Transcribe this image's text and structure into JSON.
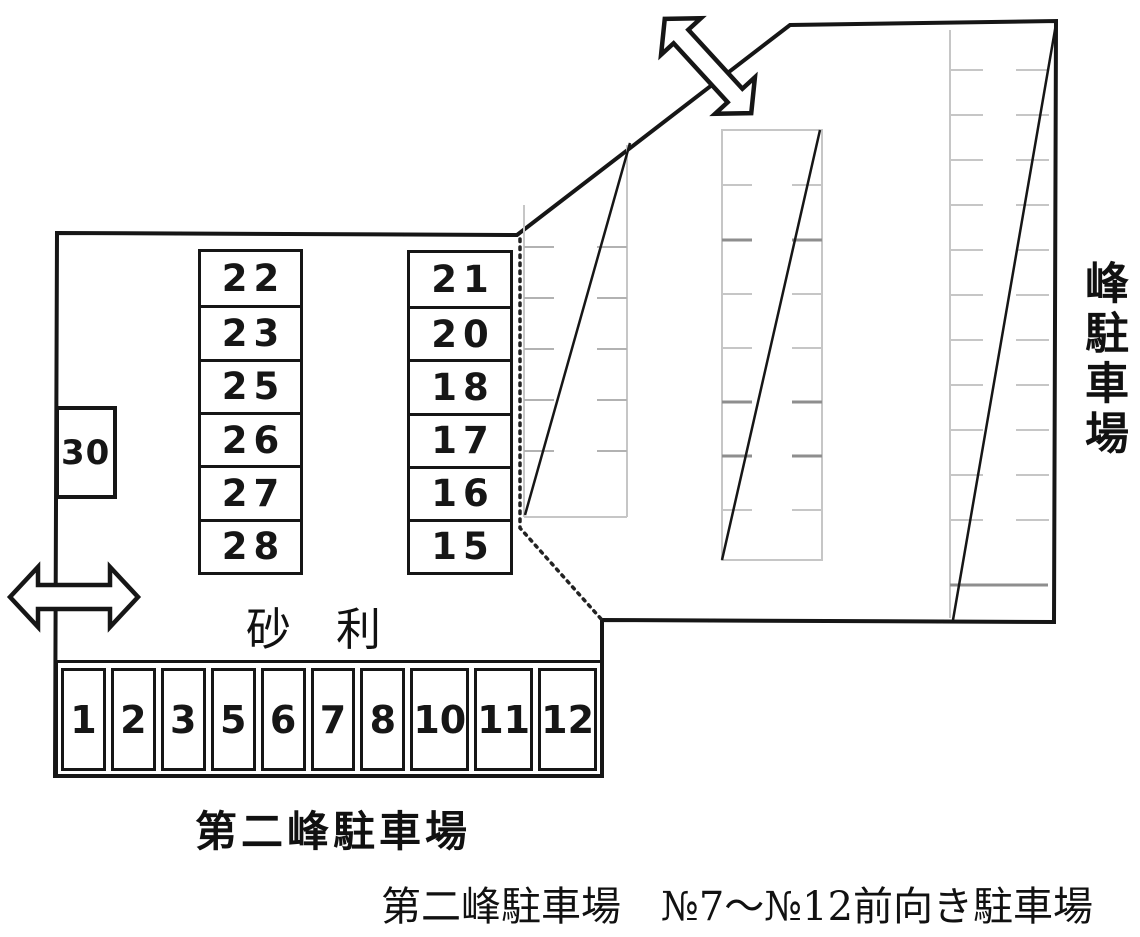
{
  "diagram": {
    "site_title": "第二峰駐車場",
    "caption": "第二峰駐車場　№7～№12前向き駐車場",
    "adjacent_lot_label": "峰駐車場",
    "surface_label": "砂　利",
    "spaces": {
      "upper_left_column": [
        "22",
        "23",
        "25",
        "26",
        "27",
        "28"
      ],
      "upper_right_column": [
        "21",
        "20",
        "18",
        "17",
        "16",
        "15"
      ],
      "west_space": "30",
      "bottom_row": [
        "1",
        "2",
        "3",
        "5",
        "6",
        "7",
        "8",
        "10",
        "11",
        "12"
      ]
    },
    "icons": {
      "top_arrow": "two-way-diagonal-arrow",
      "left_arrow": "two-way-horizontal-arrow"
    },
    "colors": {
      "line": "#161616",
      "faint_line": "#c6c6c6",
      "faint_line_dark": "#9a9a9a",
      "background": "#ffffff"
    }
  }
}
